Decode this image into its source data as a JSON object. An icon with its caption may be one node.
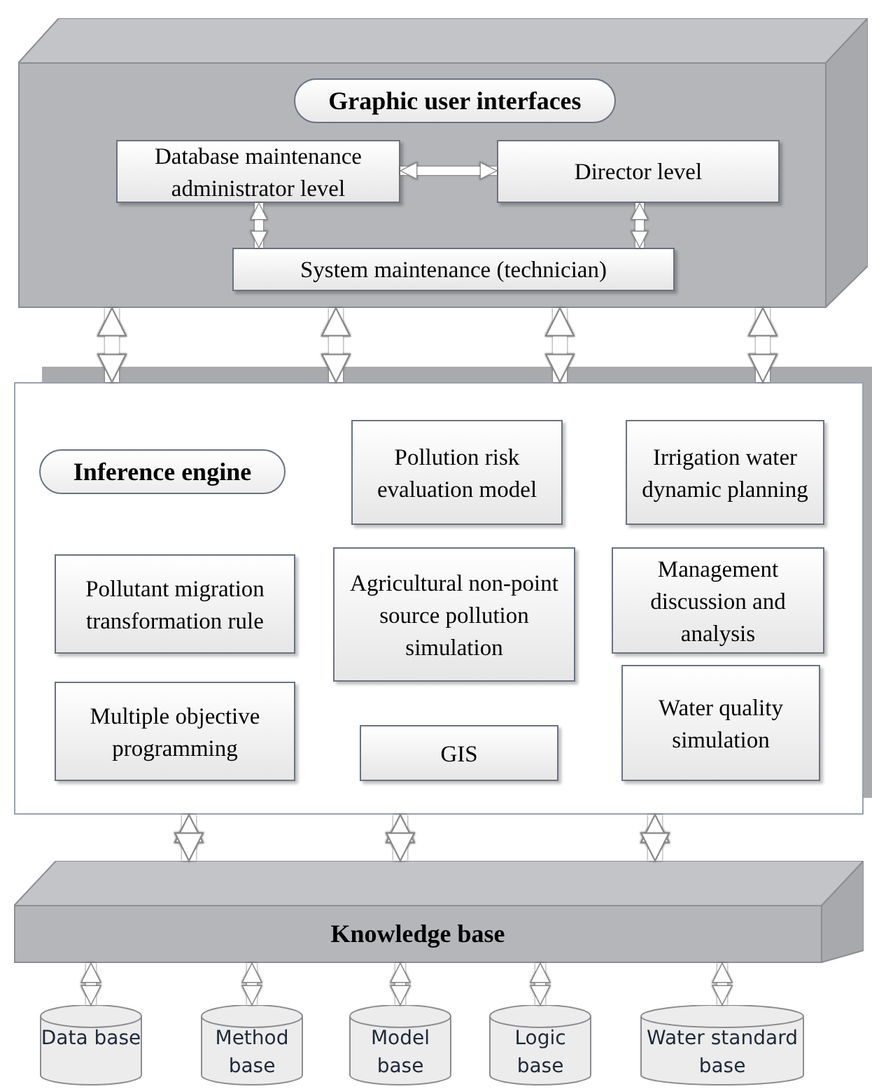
{
  "diagram": {
    "nodes": [
      {
        "text": [
          "Graphic user interfaces"
        ]
      },
      {
        "text": [
          "Database maintenance administrator level"
        ],
        "in": 0
      },
      {
        "text": [
          "Director level"
        ],
        "in": 0
      },
      {
        "text": [
          "System maintenance (technician)"
        ],
        "in": 0
      },
      {
        "text": [
          "Inference engine"
        ]
      },
      {
        "text": [
          "Pollution risk evaluation model"
        ],
        "in": 4
      },
      {
        "text": [
          "Irrigation water dynamic planning"
        ],
        "in": 4
      },
      {
        "text": [
          "Pollutant migration transformation rule"
        ],
        "in": 4
      },
      {
        "text": [
          "Agricultural non-point source pollution simulation"
        ],
        "in": 4
      },
      {
        "text": [
          "Management discussion and analysis"
        ],
        "in": 4
      },
      {
        "text": [
          "Multiple objective programming"
        ],
        "in": 4
      },
      {
        "text": [
          "GIS"
        ],
        "in": 4
      },
      {
        "text": [
          "Water quality simulation"
        ],
        "in": 4
      },
      {
        "text": [
          "Knowledge base"
        ]
      },
      {
        "text": [
          "Data base"
        ]
      },
      {
        "text": [
          "Method base"
        ]
      },
      {
        "text": [
          "Model base"
        ]
      },
      {
        "text": [
          "Logic base"
        ]
      },
      {
        "text": [
          "Water standard base"
        ]
      }
    ],
    "edges": [
      {
        "from": 1,
        "to": 2,
        "arrow": "both"
      },
      {
        "from": 1,
        "to": 3,
        "arrow": "both"
      },
      {
        "from": 2,
        "to": 3,
        "arrow": "both"
      },
      {
        "from": 0,
        "to": 4,
        "arrow": "both"
      },
      {
        "from": 0,
        "to": 4,
        "arrow": "both"
      },
      {
        "from": 0,
        "to": 4,
        "arrow": "both"
      },
      {
        "from": 0,
        "to": 4,
        "arrow": "both"
      },
      {
        "from": 4,
        "to": 13,
        "arrow": "both"
      },
      {
        "from": 4,
        "to": 13,
        "arrow": "both"
      },
      {
        "from": 4,
        "to": 13,
        "arrow": "both"
      },
      {
        "from": 13,
        "to": 14,
        "arrow": "both"
      },
      {
        "from": 13,
        "to": 15,
        "arrow": "both"
      },
      {
        "from": 13,
        "to": 16,
        "arrow": "both"
      },
      {
        "from": 13,
        "to": 17,
        "arrow": "both"
      },
      {
        "from": 13,
        "to": 18,
        "arrow": "both"
      }
    ]
  }
}
